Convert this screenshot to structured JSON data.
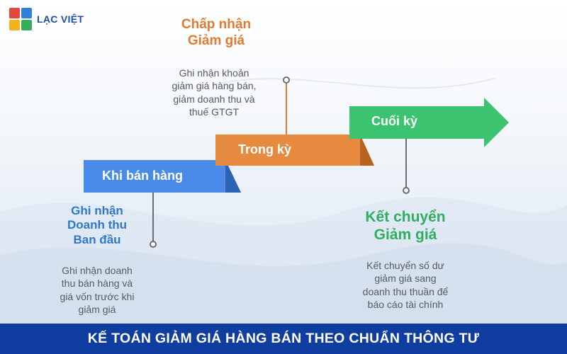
{
  "brand": {
    "name": "LẠC VIỆT"
  },
  "steps": [
    {
      "label": "Khi bán hàng"
    },
    {
      "label": "Trong kỳ"
    },
    {
      "label": "Cuối kỳ"
    }
  ],
  "notes": {
    "initial": {
      "heading": "Ghi nhận\nDoanh thu\nBan đầu",
      "description": "Ghi nhận doanh\nthu bán hàng và\ngiá vốn trước khi\ngiảm giá"
    },
    "accept": {
      "heading": "Chấp nhận\nGiảm giá",
      "description": "Ghi nhận khoản\ngiảm giá hàng bán,\ngiảm doanh thu và\nthuế GTGT"
    },
    "transfer": {
      "heading": "Kết chuyển\nGiảm giá",
      "description": "Kết chuyển số dư\ngiảm giá sang\ndoanh thu thuần để\nbáo cáo tài chính"
    }
  },
  "footer": {
    "title": "KẾ TOÁN GIẢM GIÁ HÀNG BÁN THEO CHUẨN THÔNG TƯ"
  },
  "colors": {
    "blue": "#4a8ae8",
    "orange": "#e07b30",
    "green": "#3cc370",
    "footer_bg": "#0f3da0"
  }
}
